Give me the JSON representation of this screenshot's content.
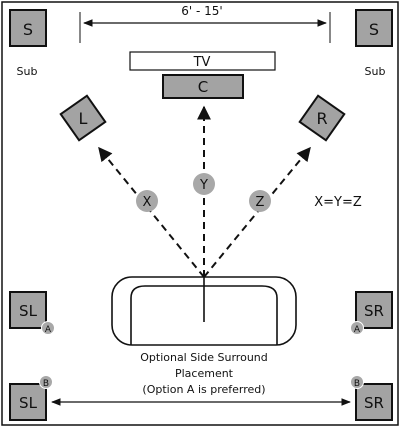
{
  "distance_label": "6' - 15'",
  "sub_left": {
    "box": "S",
    "caption": "Sub"
  },
  "sub_right": {
    "box": "S",
    "caption": "Sub"
  },
  "tv_label": "TV",
  "center_label": "C",
  "left_label": "L",
  "right_label": "R",
  "dist_x": "X",
  "dist_y": "Y",
  "dist_z": "Z",
  "equation": "X=Y=Z",
  "option_a_left": {
    "box": "SL",
    "badge": "A"
  },
  "option_a_right": {
    "box": "SR",
    "badge": "A"
  },
  "option_b_left": {
    "box": "SL",
    "badge": "B"
  },
  "option_b_right": {
    "box": "SR",
    "badge": "B"
  },
  "note_line1": "Optional Side Surround",
  "note_line2": "Placement",
  "note_line3": "(Option A is preferred)",
  "colors": {
    "speaker_fill": "#a3a3a3",
    "badge_fill": "#a8a8a8",
    "outline": "#111111"
  }
}
